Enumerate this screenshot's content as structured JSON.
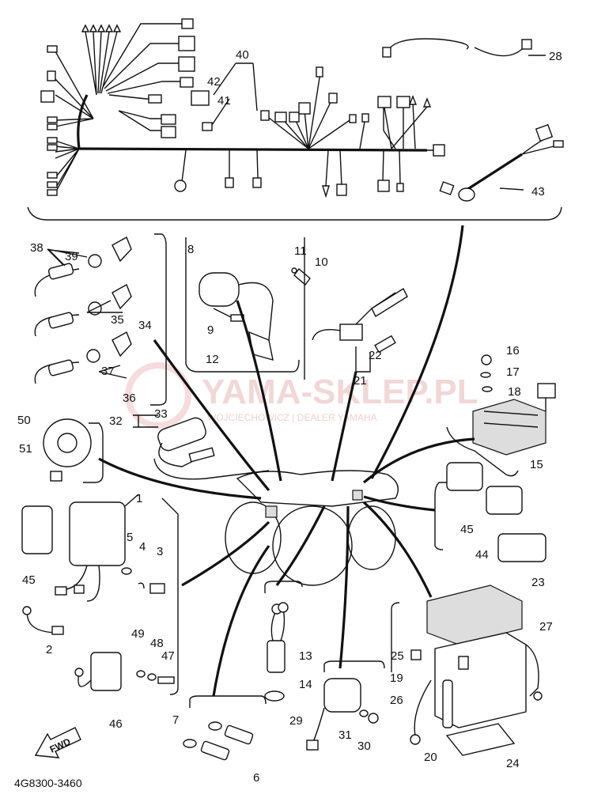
{
  "diagram": {
    "drawing_code": "4G8300-3460",
    "watermark_main": "YAMA-SKLEP.PL",
    "watermark_sub": "WOJCIECHOWICZ | DEALER YAMAHA",
    "fwd_label": "FWD",
    "callouts": [
      "1",
      "2",
      "3",
      "4",
      "5",
      "6",
      "7",
      "8",
      "9",
      "10",
      "11",
      "12",
      "13",
      "14",
      "15",
      "16",
      "17",
      "18",
      "19",
      "20",
      "21",
      "22",
      "23",
      "24",
      "25",
      "26",
      "27",
      "28",
      "29",
      "30",
      "31",
      "32",
      "33",
      "34",
      "35",
      "36",
      "37",
      "38",
      "39",
      "40",
      "41",
      "42",
      "43",
      "44",
      "45",
      "45",
      "46",
      "47",
      "48",
      "49",
      "50",
      "51"
    ]
  }
}
